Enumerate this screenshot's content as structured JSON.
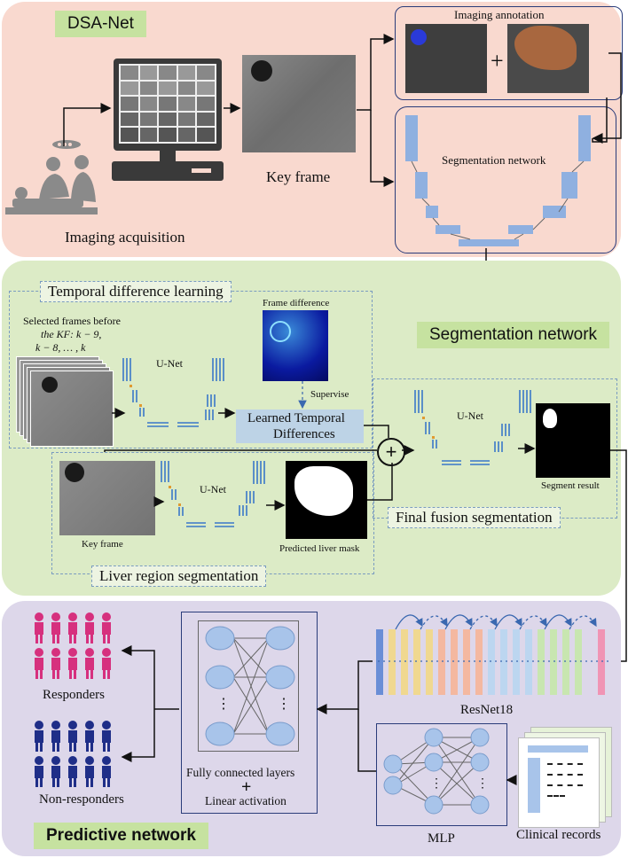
{
  "sections": {
    "dsa": {
      "title": "DSA-Net",
      "imaging_acquisition": "Imaging acquisition",
      "key_frame": "Key frame",
      "imaging_annotation": "Imaging annotation",
      "plus": "+",
      "segmentation_network_inner": "Segmentation network"
    },
    "seg": {
      "title": "Segmentation network",
      "temporal_learning": "Temporal difference learning",
      "selected_frames": [
        "Selected frames before",
        "the KF: k − 9,",
        "k − 8, … , k"
      ],
      "frame_difference": "Frame difference",
      "supervise": "Supervise",
      "learned_temporal": [
        "Learned  Temporal",
        "Differences"
      ],
      "unet_top": "U-Net",
      "unet_bottom": "U-Net",
      "unet_right": "U-Net",
      "key_frame": "Key frame",
      "predicted_liver_mask": "Predicted liver mask",
      "segment_result": "Segment result",
      "liver_region": "Liver region segmentation",
      "final_fusion": "Final fusion segmentation",
      "fusion_symbol": "+"
    },
    "pred": {
      "title": "Predictive network",
      "responders": "Responders",
      "non_responders": "Non-responders",
      "fc_layers": "Fully connected layers",
      "fc_plus": "+",
      "linear_activation": "Linear activation",
      "resnet": "ResNet18",
      "mlp": "MLP",
      "clinical_records": "Clinical records",
      "dots": "⋮"
    }
  },
  "colors": {
    "dsa_bg": "#f9d9cf",
    "seg_bg": "#dcebc6",
    "pred_bg": "#ddd7ea",
    "tag_green": "#c6e2a0",
    "navy": "#2a3c7a",
    "unet_blue": "#3a78c8",
    "node": "#a8c4ea",
    "responder": "#d6307e",
    "non_responder": "#1f2e88"
  }
}
